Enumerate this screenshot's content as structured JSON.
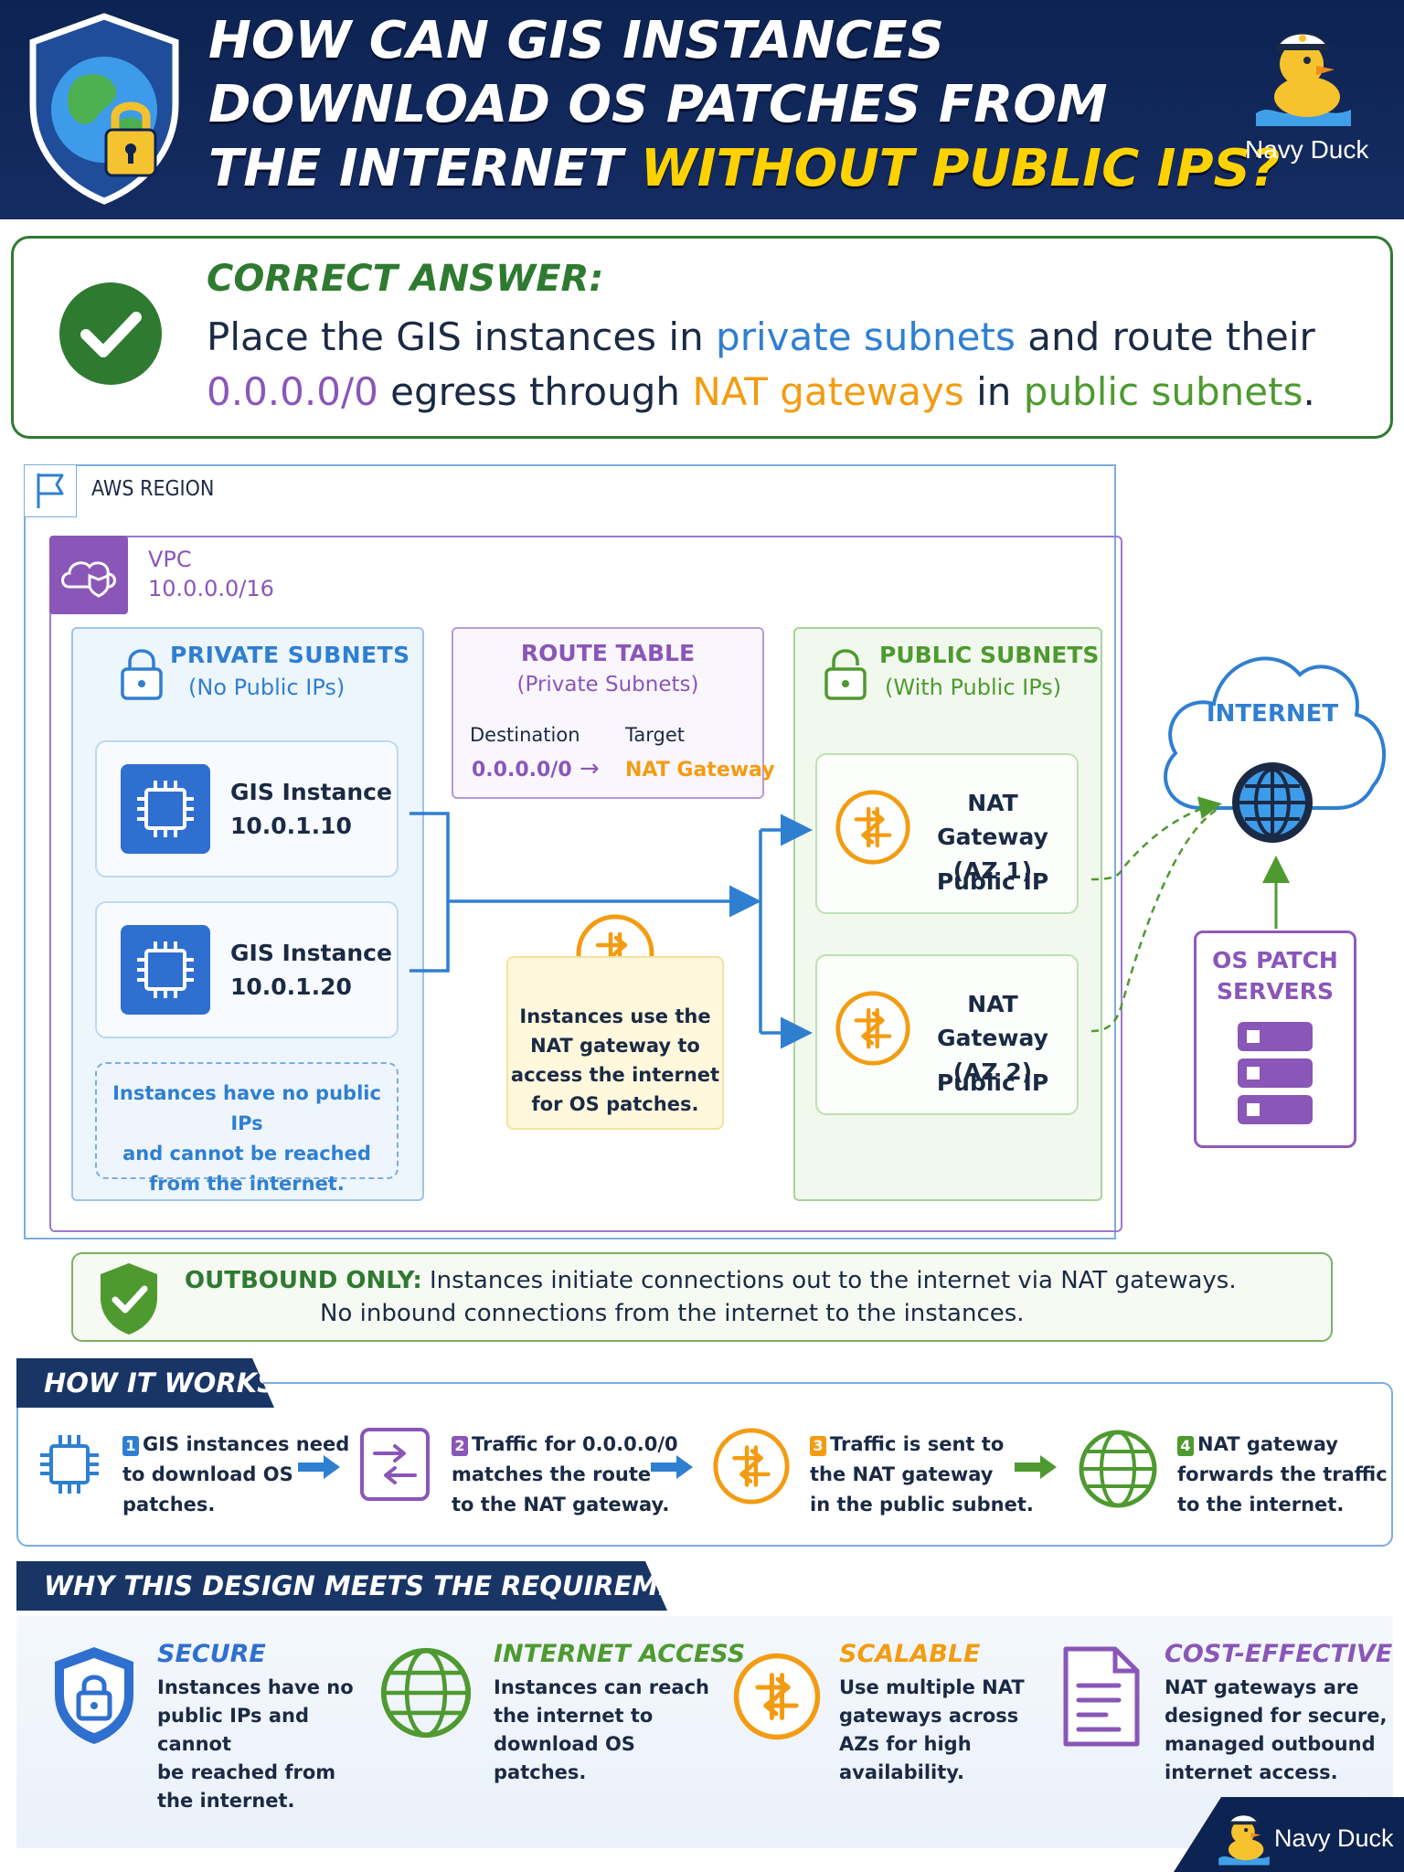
{
  "header": {
    "title_line1": "HOW CAN GIS INSTANCES",
    "title_line2": "DOWNLOAD OS PATCHES FROM",
    "title_line3_white": "THE INTERNET ",
    "title_line3_yellow": "WITHOUT PUBLIC IPS?",
    "brand": "Navy Duck"
  },
  "answer": {
    "label": "CORRECT ANSWER:",
    "line1_a": "Place the GIS instances in ",
    "line1_b": "private subnets",
    "line1_c": " and route their",
    "line2_a": "0.0.0.0/0",
    "line2_b": " egress through ",
    "line2_c": "NAT gateways",
    "line2_d": " in ",
    "line2_e": "public subnets",
    "line2_f": "."
  },
  "diagram": {
    "region_label": "AWS REGION",
    "vpc_label": "VPC",
    "vpc_cidr": "10.0.0.0/16",
    "private_title": "PRIVATE SUBNETS",
    "private_sub": "(No Public IPs)",
    "instances": [
      {
        "name": "GIS Instance",
        "ip": "10.0.1.10"
      },
      {
        "name": "GIS Instance",
        "ip": "10.0.1.20"
      }
    ],
    "private_note": [
      "Instances have no public IPs",
      "and cannot be reached",
      "from the internet."
    ],
    "route_title": "ROUTE TABLE",
    "route_sub": "(Private Subnets)",
    "route_col_dest": "Destination",
    "route_col_target": "Target",
    "route_dest": "0.0.0.0/0",
    "route_arrow": "→",
    "route_target": "NAT Gateway",
    "nat_note": [
      "Instances use the",
      "NAT gateway to",
      "access the internet",
      "for OS patches."
    ],
    "public_title": "PUBLIC SUBNETS",
    "public_sub": "(With Public IPs)",
    "nat_gateways": [
      {
        "name": "NAT Gateway",
        "az": "(AZ 1)",
        "ip": "Public IP"
      },
      {
        "name": "NAT Gateway",
        "az": "(AZ 2)",
        "ip": "Public IP"
      }
    ],
    "internet_label": "INTERNET",
    "os_label_1": "OS PATCH",
    "os_label_2": "SERVERS"
  },
  "outbound": {
    "label": "OUTBOUND ONLY:",
    "text1": " Instances initiate connections out to the internet via NAT gateways.",
    "text2": "No inbound connections from the internet to the instances."
  },
  "how": {
    "title": "HOW IT WORKS",
    "steps": [
      {
        "num": "1",
        "lines": [
          "GIS instances need",
          "to download OS",
          "patches."
        ]
      },
      {
        "num": "2",
        "lines": [
          "Traffic for 0.0.0.0/0",
          "matches the route",
          "to the NAT gateway."
        ]
      },
      {
        "num": "3",
        "lines": [
          "Traffic is sent to",
          "the NAT gateway",
          "in the public subnet."
        ]
      },
      {
        "num": "4",
        "lines": [
          "NAT gateway",
          "forwards the traffic",
          "to the internet."
        ]
      }
    ]
  },
  "why": {
    "title": "WHY THIS DESIGN MEETS THE REQUIREMENT",
    "items": [
      {
        "title": "SECURE",
        "lines": [
          "Instances have no",
          "public IPs and cannot",
          "be reached from",
          "the internet."
        ]
      },
      {
        "title": "INTERNET ACCESS",
        "lines": [
          "Instances can reach",
          "the internet to",
          "download OS",
          "patches."
        ]
      },
      {
        "title": "SCALABLE",
        "lines": [
          "Use multiple NAT",
          "gateways across",
          "AZs for high",
          "availability."
        ]
      },
      {
        "title": "COST-EFFECTIVE",
        "lines": [
          "NAT gateways are",
          "designed for secure,",
          "managed outbound",
          "internet access."
        ]
      }
    ]
  },
  "footer": {
    "brand": "Navy Duck"
  },
  "colors": {
    "navy": "#0d2351",
    "green": "#2f7a31",
    "blue": "#2f7fd1",
    "purple": "#8a56b8",
    "orange": "#f39c12",
    "yellow": "#ffd200"
  },
  "icons": [
    "globe-icon",
    "padlock-icon",
    "duck-mascot-icon",
    "check-icon",
    "flag-icon",
    "cloud-shield-icon",
    "lock-icon",
    "cpu-chip-icon",
    "nat-gateway-icon",
    "cloud-icon",
    "server-icon",
    "shield-check-icon",
    "route-table-icon",
    "arrow-right-icon",
    "document-icon"
  ]
}
